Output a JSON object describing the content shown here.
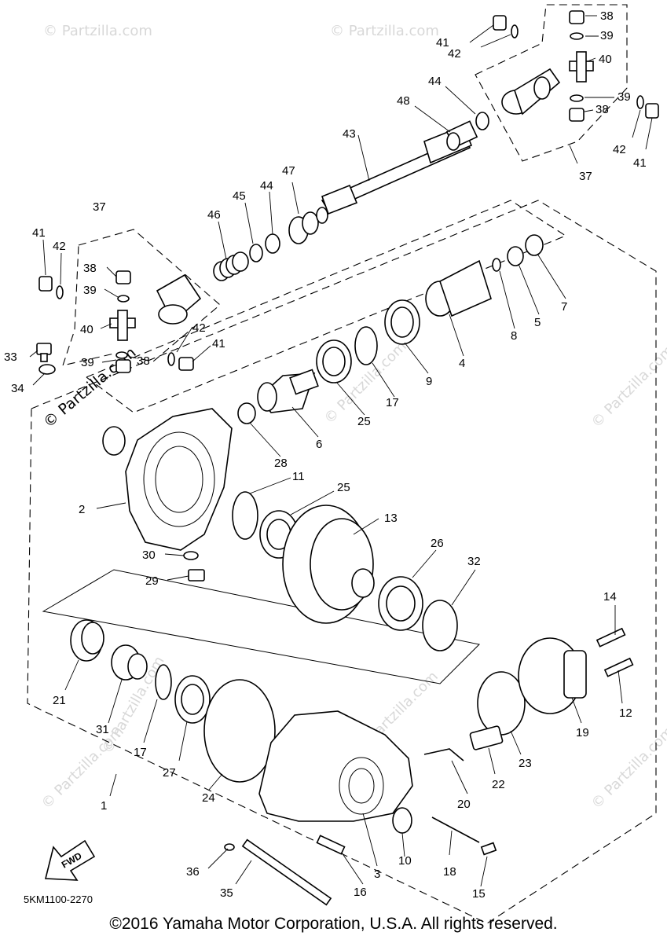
{
  "watermark": "© Partzilla.com",
  "fwd_label": "FWD",
  "drawing_code": "5KM1100-2270",
  "copyright": "©2016 Yamaha Motor Corporation, U.S.A. All rights reserved.",
  "callouts": {
    "c1": "1",
    "c2": "2",
    "c3": "3",
    "c4": "4",
    "c5": "5",
    "c6": "6",
    "c7": "7",
    "c8": "8",
    "c9": "9",
    "c10": "10",
    "c11": "11",
    "c12": "12",
    "c13": "13",
    "c14": "14",
    "c15": "15",
    "c16": "16",
    "c17a": "17",
    "c17b": "17",
    "c18": "18",
    "c19": "19",
    "c20": "20",
    "c21": "21",
    "c22": "22",
    "c23": "23",
    "c24": "24",
    "c25a": "25",
    "c25b": "25",
    "c26": "26",
    "c27": "27",
    "c28": "28",
    "c29": "29",
    "c30": "30",
    "c31": "31",
    "c32": "32",
    "c33": "33",
    "c34": "34",
    "c35": "35",
    "c36": "36",
    "c37a": "37",
    "c37b": "37",
    "c38a": "38",
    "c38b": "38",
    "c38c": "38",
    "c38d": "38",
    "c39a": "39",
    "c39b": "39",
    "c39c": "39",
    "c39d": "39",
    "c40a": "40",
    "c40b": "40",
    "c41a": "41",
    "c41b": "41",
    "c41c": "41",
    "c41d": "41",
    "c42a": "42",
    "c42b": "42",
    "c42c": "42",
    "c42d": "42",
    "c43": "43",
    "c44a": "44",
    "c44b": "44",
    "c45": "45",
    "c46": "46",
    "c47": "47",
    "c48": "48"
  }
}
